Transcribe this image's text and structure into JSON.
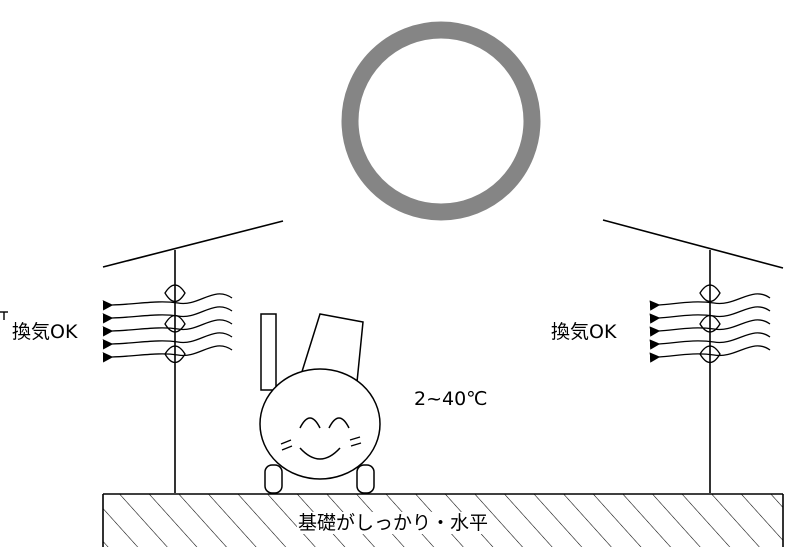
{
  "labels": {
    "ventilation_left": "換気OK",
    "ventilation_right": "換気OK",
    "temperature": "2~40℃",
    "foundation": "基礎がしっかり・水平"
  },
  "colors": {
    "sun_ring": "#858585",
    "line": "#000000",
    "background": "#ffffff"
  },
  "icons": [
    "sun-icon",
    "roof-icon",
    "wind-arrows-icon",
    "pole-icon",
    "machine-character-icon",
    "hatched-foundation-icon"
  ]
}
